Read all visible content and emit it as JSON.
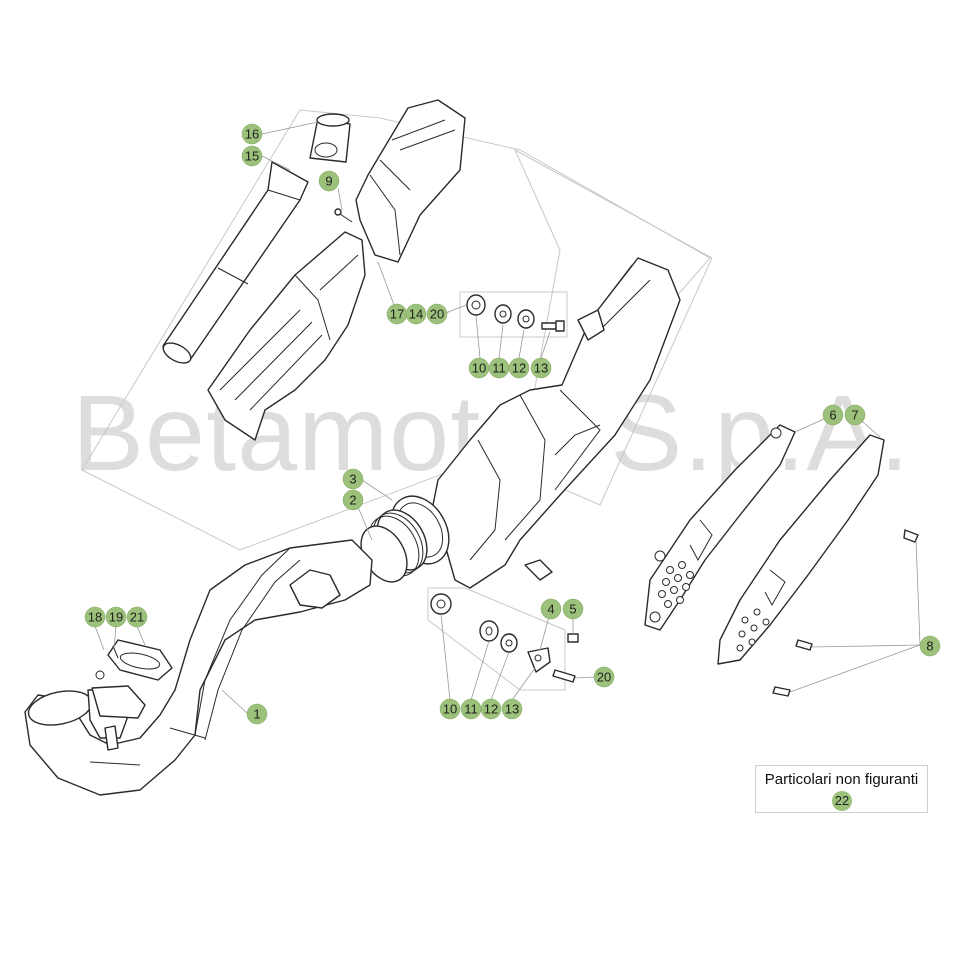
{
  "watermark": "Betamotor S.p.A.",
  "callouts": [
    "16",
    "15",
    "9",
    "17",
    "14",
    "20",
    "10",
    "11",
    "12",
    "13",
    "3",
    "2",
    "6",
    "7",
    "8",
    "4",
    "5",
    "20",
    "10",
    "11",
    "12",
    "13",
    "18",
    "19",
    "21",
    "1"
  ],
  "legend": {
    "text": "Particolari non figuranti",
    "number": "22"
  },
  "colors": {
    "badge": "#9bc17a",
    "line": "#2a2a2a",
    "frame": "#c8c8c8"
  }
}
